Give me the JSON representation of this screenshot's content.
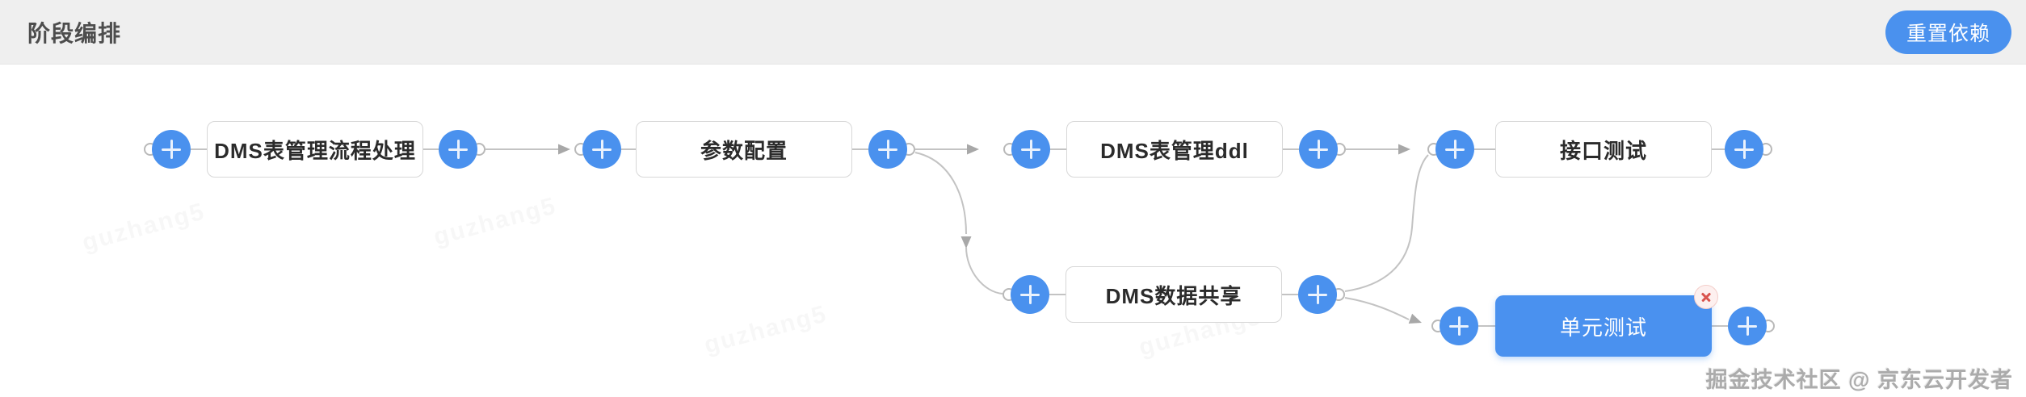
{
  "header": {
    "title": "阶段编排",
    "reset_button_label": "重置依赖"
  },
  "colors": {
    "accent_blue": "#4a91ee",
    "selected_node_blue": "#4a91ef",
    "node_border": "#d7d7d7",
    "edge_gray": "#c3c3c3",
    "header_bg": "#efefef",
    "delete_red": "#d9544e",
    "delete_bg_pink": "#fdf0ef"
  },
  "icons": {
    "add": "plus-icon",
    "delete": "close-icon",
    "port": "connection-port"
  },
  "nodes": [
    {
      "label": "DMS表管理流程处理",
      "state": "default"
    },
    {
      "label": "参数配置",
      "state": "default"
    },
    {
      "label": "DMS表管理ddl",
      "state": "default"
    },
    {
      "label": "接口测试",
      "state": "default"
    },
    {
      "label": "DMS数据共享",
      "state": "default"
    },
    {
      "label": "单元测试",
      "state": "selected"
    }
  ],
  "edges": [
    {
      "from": "DMS表管理流程处理",
      "to": "参数配置"
    },
    {
      "from": "参数配置",
      "to": "DMS表管理ddl"
    },
    {
      "from": "参数配置",
      "to": "DMS数据共享"
    },
    {
      "from": "DMS表管理ddl",
      "to": "接口测试"
    },
    {
      "from": "DMS数据共享",
      "to": "接口测试"
    },
    {
      "from": "DMS数据共享",
      "to": "单元测试"
    }
  ],
  "watermark": {
    "tile_text": "guzhang5",
    "credit": "掘金技术社区 @ 京东云开发者"
  }
}
